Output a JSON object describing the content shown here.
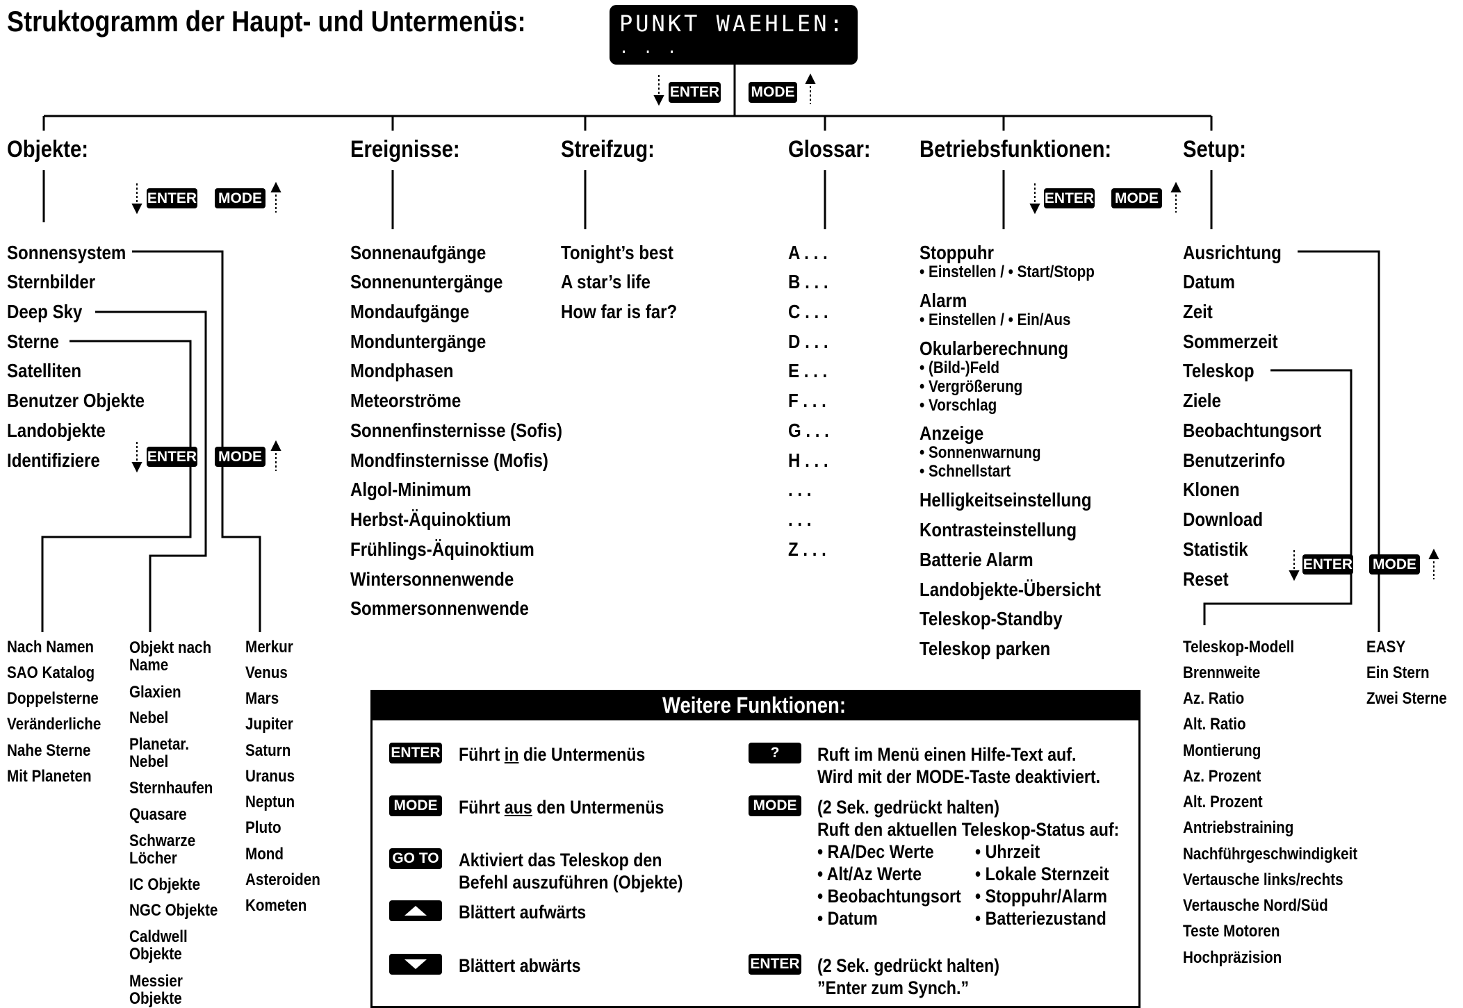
{
  "title": "Struktogramm der Haupt- und Untermenüs:",
  "lcd": {
    "line1": "PUNKT WAEHLEN:",
    "line2": ". . ."
  },
  "keys": {
    "enter": "ENTER",
    "mode": "MODE",
    "goto": "GO TO",
    "help": "?"
  },
  "columns": {
    "objekte": {
      "header": "Objekte:",
      "items": [
        "Sonnensystem",
        "Sternbilder",
        "Deep Sky",
        "Sterne",
        "Satelliten",
        "Benutzer Objekte",
        "Landobjekte",
        "Identifiziere"
      ],
      "sterne_sub": [
        "Nach Namen",
        "SAO Katalog",
        "Doppelsterne",
        "Veränderliche",
        "Nahe Sterne",
        "Mit Planeten"
      ],
      "deepsky_sub": [
        "Objekt nach Name",
        "Glaxien",
        "Nebel",
        "Planetar. Nebel",
        "Sternhaufen",
        "Quasare",
        "Schwarze Löcher",
        "IC Objekte",
        "NGC Objekte",
        "Caldwell Objekte",
        "Messier Objekte"
      ],
      "planeten_sub": [
        "Merkur",
        "Venus",
        "Mars",
        "Jupiter",
        "Saturn",
        "Uranus",
        "Neptun",
        "Pluto",
        "Mond",
        "Asteroiden",
        "Kometen"
      ]
    },
    "ereignisse": {
      "header": "Ereignisse:",
      "items": [
        "Sonnenaufgänge",
        "Sonnenuntergänge",
        "Mondaufgänge",
        "Monduntergänge",
        "Mondphasen",
        "Meteorströme",
        "Sonnenfinsternisse (Sofis)",
        "Mondfinsternisse (Mofis)",
        "Algol-Minimum",
        "Herbst-Äquinoktium",
        "Frühlings-Äquinoktium",
        "Wintersonnenwende",
        "Sommersonnenwende"
      ]
    },
    "streifzug": {
      "header": "Streifzug:",
      "items": [
        "Tonight’s best",
        "A star’s life",
        "How far is far?"
      ]
    },
    "glossar": {
      "header": "Glossar:",
      "items": [
        "A . . .",
        "B . . .",
        "C . . .",
        "D . . .",
        "E . . .",
        "F . . .",
        "G . . .",
        "H . . .",
        ". . .",
        ". . .",
        "Z . . ."
      ]
    },
    "betrieb": {
      "header": "Betriebsfunktionen:",
      "groups": [
        {
          "name": "Stoppuhr",
          "sub": [
            "• Einstellen / • Start/Stopp"
          ]
        },
        {
          "name": "Alarm",
          "sub": [
            "• Einstellen / • Ein/Aus"
          ]
        },
        {
          "name": "Okularberechnung",
          "sub": [
            "• (Bild-)Feld",
            "• Vergrößerung",
            "• Vorschlag"
          ]
        },
        {
          "name": "Anzeige",
          "sub": [
            "• Sonnenwarnung",
            "• Schnellstart"
          ]
        }
      ],
      "items": [
        "Helligkeitseinstellung",
        "Kontrasteinstellung",
        "Batterie Alarm",
        "Landobjekte-Übersicht",
        "Teleskop-Standby",
        "Teleskop parken"
      ]
    },
    "setup": {
      "header": "Setup:",
      "items": [
        "Ausrichtung",
        "Datum",
        "Zeit",
        "Sommerzeit",
        "Teleskop",
        "Ziele",
        "Beobachtungsort",
        "Benutzerinfo",
        "Klonen",
        "Download",
        "Statistik",
        "Reset"
      ],
      "teleskop_sub": [
        "Teleskop-Modell",
        "Brennweite",
        "Az. Ratio",
        "Alt. Ratio",
        "Montierung",
        "Az. Prozent",
        "Alt. Prozent",
        "Antriebstraining",
        "Nachführgeschwindigkeit",
        "Vertausche links/rechts",
        "Vertausche Nord/Süd",
        "Teste Motoren",
        "Hochpräzision"
      ],
      "ausrichtung_sub": [
        "EASY",
        "Ein Stern",
        "Zwei Sterne"
      ]
    }
  },
  "weitere": {
    "title": "Weitere Funktionen:",
    "enter_text_pre": "Führt ",
    "enter_text_u": "in",
    "enter_text_post": " die Untermenüs",
    "mode_text_pre": "Führt ",
    "mode_text_u": "aus",
    "mode_text_post": " den Untermenüs",
    "goto_text1": "Aktiviert das Teleskop den",
    "goto_text2": "Befehl auszuführen (Objekte)",
    "up_text": "Blättert aufwärts",
    "down_text": "Blättert abwärts",
    "help_text1": "Ruft im Menü einen Hilfe-Text auf.",
    "help_text2": "Wird mit der MODE-Taste deaktiviert.",
    "mode2_text1": "(2 Sek. gedrückt halten)",
    "mode2_text2": "Ruft den aktuellen Teleskop-Status auf:",
    "status_left": [
      "• RA/Dec Werte",
      "• Alt/Az Werte",
      "• Beobachtungsort",
      "• Datum"
    ],
    "status_right": [
      "• Uhrzeit",
      "• Lokale Sternzeit",
      "• Stoppuhr/Alarm",
      "• Batteriezustand"
    ],
    "enter2_text1": "(2 Sek. gedrückt halten)",
    "enter2_text2": "”Enter zum Synch.”"
  }
}
